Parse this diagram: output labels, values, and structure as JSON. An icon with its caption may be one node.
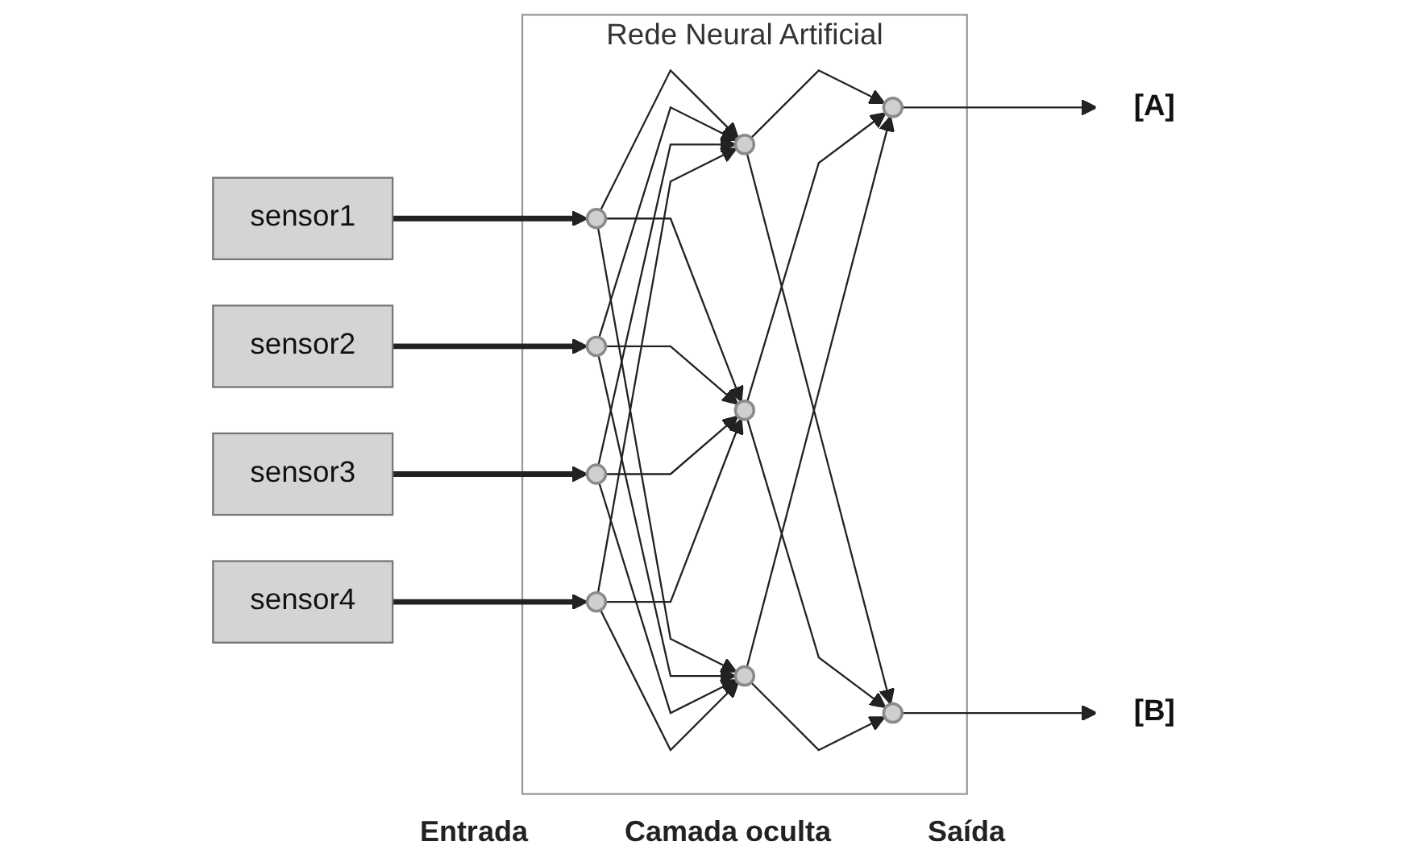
{
  "diagram": {
    "nodes": [
      {
        "text": [
          "Rede Neural Artificial"
        ]
      },
      {
        "text": [],
        "shape": "circle",
        "in": 0
      },
      {
        "text": [],
        "shape": "circle",
        "in": 0
      },
      {
        "text": [],
        "shape": "circle",
        "in": 0
      },
      {
        "text": [],
        "shape": "circle",
        "in": 0
      },
      {
        "text": [],
        "shape": "circle",
        "in": 0
      },
      {
        "text": [],
        "shape": "circle",
        "in": 0
      },
      {
        "text": [],
        "shape": "circle",
        "in": 0
      },
      {
        "text": [],
        "shape": "circle",
        "in": 0
      },
      {
        "text": [],
        "shape": "circle",
        "in": 0
      },
      {
        "text": [
          "sensor1"
        ]
      },
      {
        "text": [
          "sensor2"
        ]
      },
      {
        "text": [
          "sensor3"
        ]
      },
      {
        "text": [
          "sensor4"
        ]
      },
      {
        "text": [
          "[A]"
        ]
      },
      {
        "text": [
          "[B]"
        ]
      }
    ],
    "edges": [
      {
        "from": 10,
        "to": 1,
        "arrow": "to",
        "style": "thick"
      },
      {
        "from": 11,
        "to": 2,
        "arrow": "to",
        "style": "thick"
      },
      {
        "from": 12,
        "to": 3,
        "arrow": "to",
        "style": "thick"
      },
      {
        "from": 13,
        "to": 4,
        "arrow": "to",
        "style": "thick"
      },
      {
        "from": 1,
        "to": 5,
        "arrow": "to"
      },
      {
        "from": 1,
        "to": 6,
        "arrow": "to"
      },
      {
        "from": 1,
        "to": 7,
        "arrow": "to"
      },
      {
        "from": 2,
        "to": 5,
        "arrow": "to"
      },
      {
        "from": 2,
        "to": 6,
        "arrow": "to"
      },
      {
        "from": 2,
        "to": 7,
        "arrow": "to"
      },
      {
        "from": 3,
        "to": 5,
        "arrow": "to"
      },
      {
        "from": 3,
        "to": 6,
        "arrow": "to"
      },
      {
        "from": 3,
        "to": 7,
        "arrow": "to"
      },
      {
        "from": 4,
        "to": 5,
        "arrow": "to"
      },
      {
        "from": 4,
        "to": 6,
        "arrow": "to"
      },
      {
        "from": 4,
        "to": 7,
        "arrow": "to"
      },
      {
        "from": 5,
        "to": 8,
        "arrow": "to"
      },
      {
        "from": 5,
        "to": 9,
        "arrow": "to"
      },
      {
        "from": 6,
        "to": 8,
        "arrow": "to"
      },
      {
        "from": 6,
        "to": 9,
        "arrow": "to"
      },
      {
        "from": 7,
        "to": 8,
        "arrow": "to"
      },
      {
        "from": 7,
        "to": 9,
        "arrow": "to"
      },
      {
        "from": 8,
        "to": 14,
        "arrow": "to"
      },
      {
        "from": 9,
        "to": 15,
        "arrow": "to"
      }
    ],
    "labels": [
      "Entrada",
      "Camada oculta",
      "Saída"
    ]
  }
}
